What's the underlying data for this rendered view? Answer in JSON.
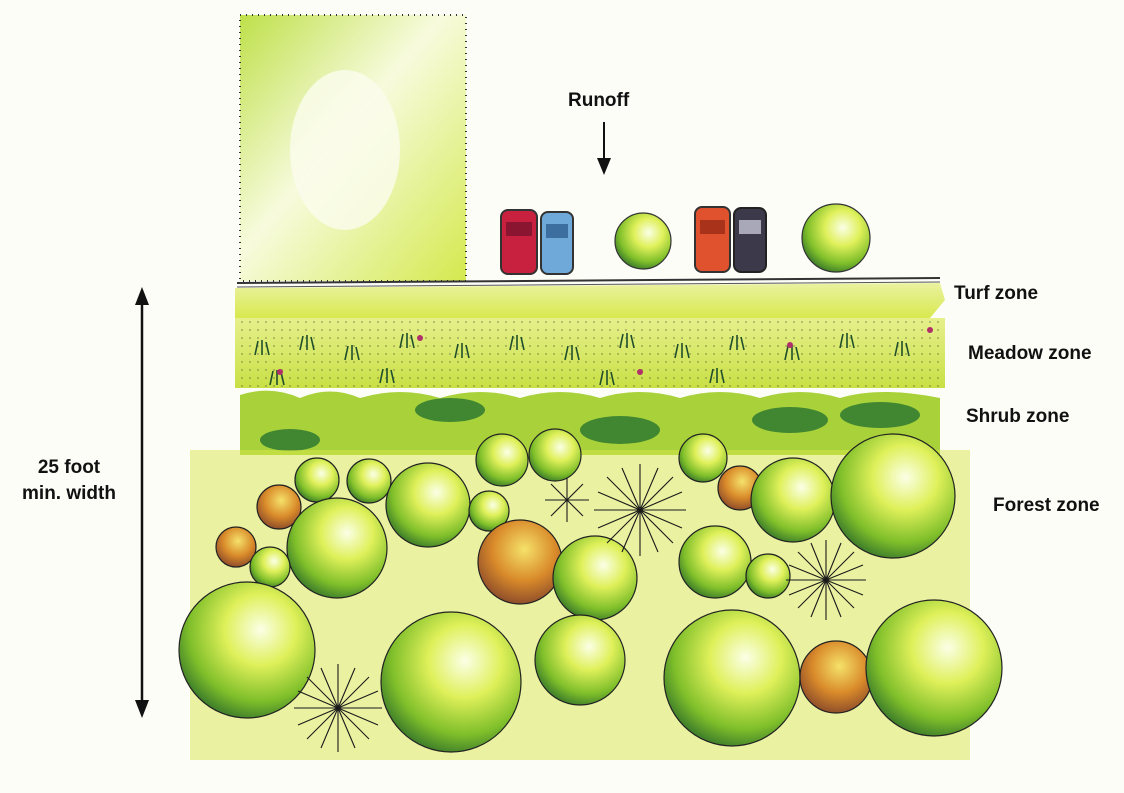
{
  "labels": {
    "runoff": "Runoff",
    "turf_zone": "Turf zone",
    "meadow_zone": "Meadow zone",
    "shrub_zone": "Shrub zone",
    "forest_zone": "Forest zone",
    "width_line1": "25 foot",
    "width_line2": "min. width"
  },
  "colors": {
    "paper": "#fdfdf8",
    "yellow_green": "#d7e84a",
    "green": "#7fbf2a",
    "dark_green": "#2f6e2a",
    "red_car": "#c8213f",
    "blue_car": "#6fa9d9",
    "orange_car": "#e0522e",
    "dark_car": "#3c3a4a",
    "tree_orange": "#d98a2a"
  },
  "icons": [
    "building-icon",
    "car-icon",
    "tree-icon",
    "arrow-down-icon",
    "double-arrow-icon"
  ]
}
